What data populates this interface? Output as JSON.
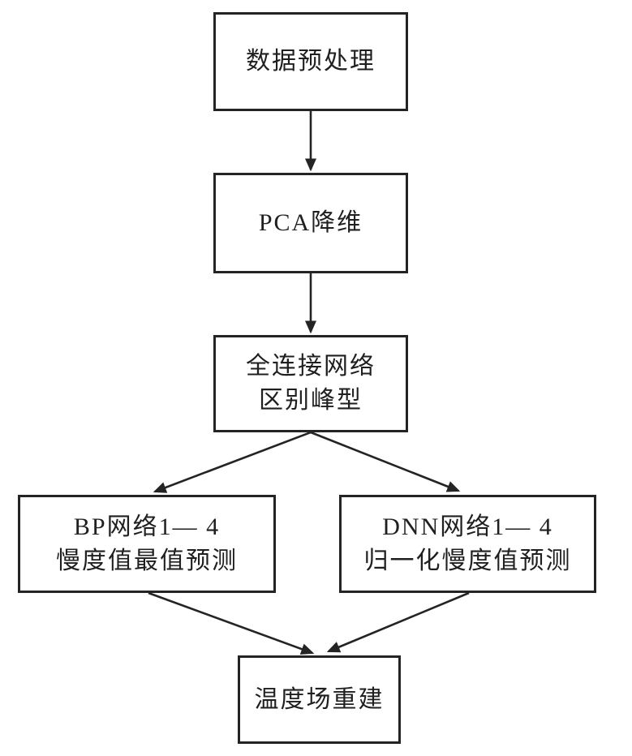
{
  "diagram": {
    "type": "flowchart",
    "colors": {
      "background": "#ffffff",
      "stroke": "#242424",
      "text": "#1f1f1f"
    },
    "nodes": [
      {
        "id": "data-preprocessing",
        "lines": [
          "数据预处理"
        ]
      },
      {
        "id": "pca-dimension-reduction",
        "lines": [
          "PCA降维"
        ]
      },
      {
        "id": "fully-connected-network",
        "lines": [
          "全连接网络",
          "区别峰型"
        ]
      },
      {
        "id": "bp-networks",
        "lines": [
          "BP网络1— 4",
          "慢度值最值预测"
        ]
      },
      {
        "id": "dnn-networks",
        "lines": [
          "DNN网络1— 4",
          "归一化慢度值预测"
        ]
      },
      {
        "id": "temperature-field-reconstruction",
        "lines": [
          "温度场重建"
        ]
      }
    ],
    "edges": [
      {
        "from": "data-preprocessing",
        "to": "pca-dimension-reduction"
      },
      {
        "from": "pca-dimension-reduction",
        "to": "fully-connected-network"
      },
      {
        "from": "fully-connected-network",
        "to": "bp-networks"
      },
      {
        "from": "fully-connected-network",
        "to": "dnn-networks"
      },
      {
        "from": "bp-networks",
        "to": "temperature-field-reconstruction"
      },
      {
        "from": "dnn-networks",
        "to": "temperature-field-reconstruction"
      }
    ]
  }
}
